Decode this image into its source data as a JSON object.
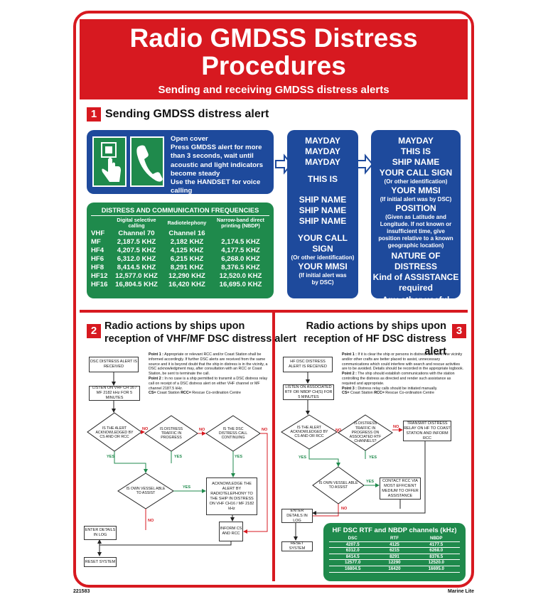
{
  "header": {
    "title_line1": "Radio GMDSS Distress",
    "title_line2": "Procedures",
    "subtitle": "Sending and receiving GMDSS distress alerts"
  },
  "colors": {
    "red": "#d71920",
    "blue": "#1e4a9c",
    "green": "#1f8a4c"
  },
  "section1": {
    "number": "1",
    "heading": "Sending GMDSS distress alert",
    "icons": [
      "alarm-button-icon",
      "telephone-handset-icon"
    ],
    "instructions": [
      "Open cover",
      "Press GMDSS alert for more than 3 seconds, wait until acoustic and light indicators become steady",
      "Use the HANDSET for voice calling"
    ],
    "mayday_box": {
      "lines1": [
        "MAYDAY",
        "MAYDAY",
        "MAYDAY"
      ],
      "this_is": "THIS IS",
      "lines2": [
        "SHIP NAME",
        "SHIP NAME",
        "SHIP NAME"
      ],
      "your_call_sign": "YOUR CALL SIGN",
      "or_other": "(Or other identification)",
      "your_mmsi": "YOUR MMSI",
      "if_dsc": "(If initial alert was by DSC)"
    },
    "message_box": {
      "mayday": "MAYDAY",
      "this_is": "THIS IS",
      "ship_name": "SHIP NAME",
      "your_call_sign": "YOUR CALL SIGN",
      "or_other": "(Or other identification)",
      "your_mmsi": "YOUR MMSI",
      "if_dsc": "(If initial alert was by DSC)",
      "position": "POSITION",
      "position_note": "(Given as Latitude and Longitude. If not known or insufficient time, give position relative to a known geographic location)",
      "nature": "NATURE OF DISTRESS",
      "kind": "Kind of ASSISTANCE required",
      "other": "Any other useful INFORMATION"
    },
    "frequencies": {
      "title": "DISTRESS AND COMMUNICATION FREQUENCIES",
      "headers": [
        "",
        "Digital selective calling",
        "Radiotelephony",
        "Narrow-band direct printing (NBDP)"
      ],
      "rows": [
        [
          "VHF",
          "Channel 70",
          "Channel 16",
          ""
        ],
        [
          "MF",
          "2,187.5 KHZ",
          "2,182 KHZ",
          "2,174.5 KHZ"
        ],
        [
          "HF4",
          "4,207.5 KHZ",
          "4,125 KHZ",
          "4,177.5 KHZ"
        ],
        [
          "HF6",
          "6,312.0 KHZ",
          "6,215 KHZ",
          "6,268.0 KHZ"
        ],
        [
          "HF8",
          "8,414.5 KHZ",
          "8,291 KHZ",
          "8,376.5 KHZ"
        ],
        [
          "HF12",
          "12,577.0 KHZ",
          "12,290 KHZ",
          "12,520.0 KHZ"
        ],
        [
          "HF16",
          "16,804.5 KHZ",
          "16,420 KHZ",
          "16,695.0 KHZ"
        ]
      ]
    }
  },
  "section2": {
    "number": "2",
    "heading_line1": "Radio actions by ships upon",
    "heading_line2": "reception of VHF/MF DSC distress alert",
    "notes": {
      "p1_label": "Point 1 :",
      "p1": "Appropriate or relevant RCC and/or Coast Station shall be informed accordingly. If further DSC alerts are received from the same source and it is beyond doubt that the ship in distress is in the vicinity, a DSC acknowledgment may, after consultation with an RCC or Coast Station, be sent to terminate the call.",
      "p2_label": "Point 2 :",
      "p2": "In no case is a ship permitted to transmit a DSC distress relay call on receipt of a DSC distress alert on either VHF channel or MF channel 2187.5 kHz.",
      "legend_cs": "CS=",
      "legend_cs_text": "Coast Station",
      "legend_rcc": "RCC=",
      "legend_rcc_text": "Rescue Co-ordination Centre"
    },
    "flow": {
      "received": "DSC DISTRESS ALERT IS RECEIVED",
      "listen": "LISTEN ON VHF CH 16 / MF 2182 kHz FOR 5 MINUTES",
      "d_ack": "IS THE ALERT ACKNOWLEDGED BY CS AND OR RCC",
      "d_traffic": "IS DISTRESS TRAFFIC IN PROGRESS",
      "d_continuing": "IS THE DSC DISTRESS CALL CONTINUING",
      "d_able": "IS OWN VESSEL ABLE TO ASSIST",
      "acknowledge": "ACKNOWLEDGE THE ALERT BY RADIOTELEPHONY TO THE SHIP IN DISTRESS ON VHF CH16 / MF 2182 kHz",
      "inform": "INFORM CS AND RCC",
      "enter_log": "ENTER DETAILS IN LOG",
      "reset": "RESET SYSTEM",
      "yes": "YES",
      "no": "NO"
    }
  },
  "section3": {
    "number": "3",
    "heading_line1": "Radio actions by ships upon",
    "heading_line2": "reception of HF DSC distress alert",
    "notes": {
      "p1_label": "Point 1 :",
      "p1": "If it is clear the ship or persons in distress are not in the vicinity and/or other crafts are better placed to assist, unnecessary communications which could interfere with search and rescue activities are to be avoided. Details should be recorded in the appropriate logbook.",
      "p2_label": "Point 2 :",
      "p2": "The ship should establish communications with the station controlling the distress as directed and render such assistance as required and appropriate.",
      "p3_label": "Point 3 :",
      "p3": "Distress relay calls should be initiated manually.",
      "legend_cs": "CS=",
      "legend_cs_text": "Coast Station",
      "legend_rcc": "RCC=",
      "legend_rcc_text": "Rescue Co-ordination Centre"
    },
    "flow": {
      "received": "HF DSC DISTRESS ALERT IS RECEIVED",
      "listen": "LISTEN ON ASSOCIATED RTF OR NBDP CH(S) FOR 5 MINUTES",
      "d_ack": "IS THE ALERT ACKNOWLEDGED BY CS AND OR RCC",
      "d_traffic": "IS DISTRESS TRAFFIC IN PROGRESS ON ASSOCIATED RTF CHANNELS?",
      "transmit": "TRANSMIT DISTRESS RELAY ON HF TO COAST STATION AND INFORM RCC",
      "d_able": "IS OWN VESSEL ABLE TO ASSIST",
      "contact": "CONTACT RCC VIA MOST EFFICIENT MEDIUM TO OFFER ASSISTANCE",
      "enter_log": "ENTER DETAILS IN LOG",
      "reset": "RESET SYSTEM",
      "yes": "YES",
      "no": "NO"
    },
    "hf_table": {
      "title": "HF DSC RTF and NBDP channels (kHz)",
      "headers": [
        "DSC",
        "RTF",
        "NBDP"
      ],
      "rows": [
        [
          "4207.5",
          "4125",
          "4177.5"
        ],
        [
          "6312.0",
          "6215",
          "6268.0"
        ],
        [
          "8414.5",
          "8291",
          "8376.5"
        ],
        [
          "12577.0",
          "12290",
          "12520.0"
        ],
        [
          "16804.5",
          "16420",
          "16695.0"
        ]
      ]
    }
  },
  "footer": {
    "code": "221583",
    "brand": "Marine Lite"
  }
}
